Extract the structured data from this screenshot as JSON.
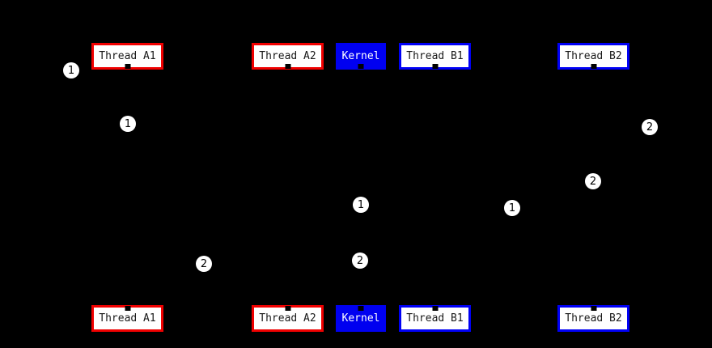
{
  "diagram": {
    "background_color": "#000000",
    "actors": [
      {
        "label": "Thread A1",
        "style": "red"
      },
      {
        "label": "Thread A2",
        "style": "red"
      },
      {
        "label": "Kernel",
        "style": "kernel"
      },
      {
        "label": "Thread B1",
        "style": "blue"
      },
      {
        "label": "Thread B2",
        "style": "blue"
      }
    ],
    "colors": {
      "thread_a_border": "#f00000",
      "thread_b_border": "#0000f5",
      "kernel_background": "#0000f0",
      "box_background": "#ffffff",
      "box_text": "#1a1a1a",
      "kernel_text": "#ffffff",
      "marker_background": "#ffffff",
      "marker_text": "#000000"
    },
    "markers": [
      {
        "label": "1"
      },
      {
        "label": "1"
      },
      {
        "label": "2"
      },
      {
        "label": "2"
      },
      {
        "label": "1"
      },
      {
        "label": "1"
      },
      {
        "label": "2"
      },
      {
        "label": "2"
      }
    ]
  }
}
